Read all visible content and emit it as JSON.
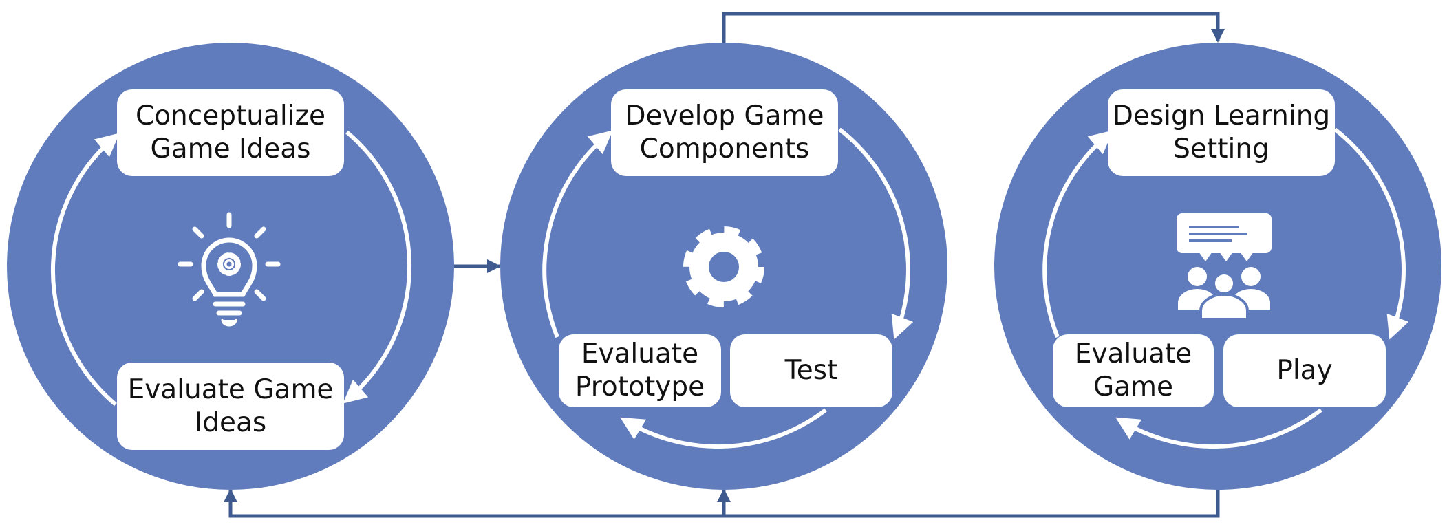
{
  "colors": {
    "circle": "#617cbc",
    "connector": "#3f5a8e",
    "box": "#ffffff",
    "text": "#111111"
  },
  "cycles": [
    {
      "icon": "lightbulb-gear-icon",
      "steps": [
        {
          "label": "Conceptualize\nGame Ideas"
        },
        {
          "label": "Evaluate Game\nIdeas"
        }
      ]
    },
    {
      "icon": "gear-icon",
      "steps": [
        {
          "label": "Develop Game\nComponents"
        },
        {
          "label": "Test"
        },
        {
          "label": "Evaluate\nPrototype"
        }
      ]
    },
    {
      "icon": "group-discussion-icon",
      "steps": [
        {
          "label": "Design Learning\nSetting"
        },
        {
          "label": "Play"
        },
        {
          "label": "Evaluate\nGame"
        }
      ]
    }
  ]
}
